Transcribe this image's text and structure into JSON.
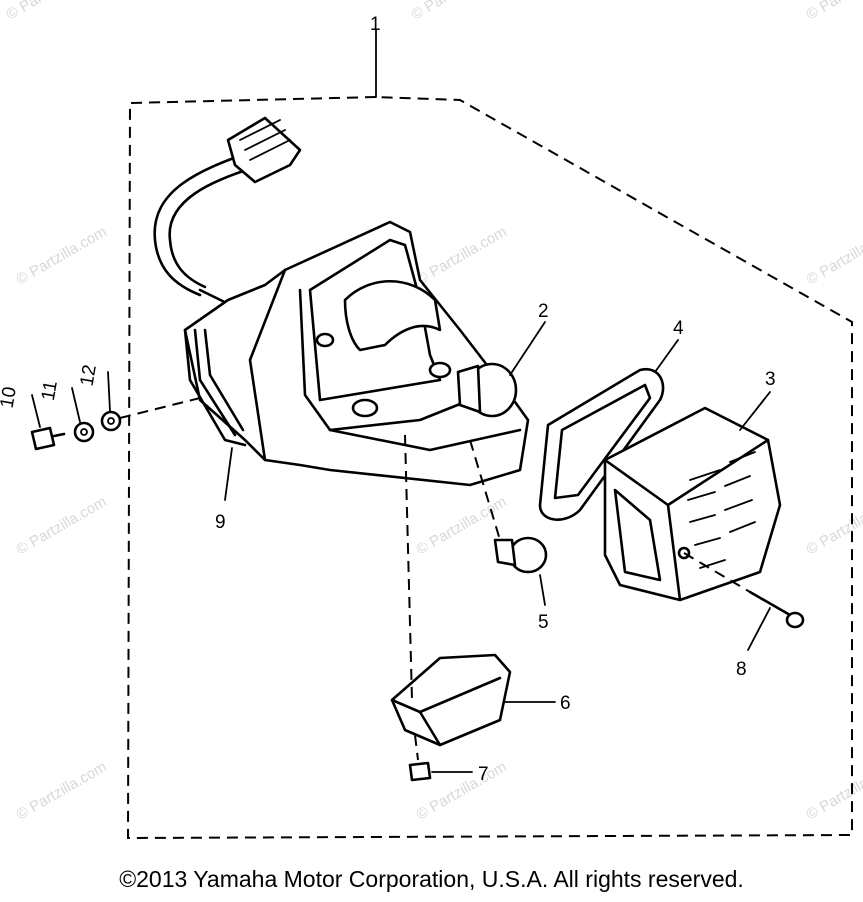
{
  "diagram": {
    "callouts": [
      {
        "id": "1",
        "label": "1"
      },
      {
        "id": "2",
        "label": "2"
      },
      {
        "id": "3",
        "label": "3"
      },
      {
        "id": "4",
        "label": "4"
      },
      {
        "id": "5",
        "label": "5"
      },
      {
        "id": "6",
        "label": "6"
      },
      {
        "id": "7",
        "label": "7"
      },
      {
        "id": "8",
        "label": "8"
      },
      {
        "id": "9",
        "label": "9"
      },
      {
        "id": "10",
        "label": "10"
      },
      {
        "id": "11",
        "label": "11"
      },
      {
        "id": "12",
        "label": "12"
      }
    ],
    "watermark": "© Partzilla.com"
  },
  "footer": {
    "copyright": "©2013 Yamaha Motor Corporation, U.S.A. All rights reserved."
  }
}
